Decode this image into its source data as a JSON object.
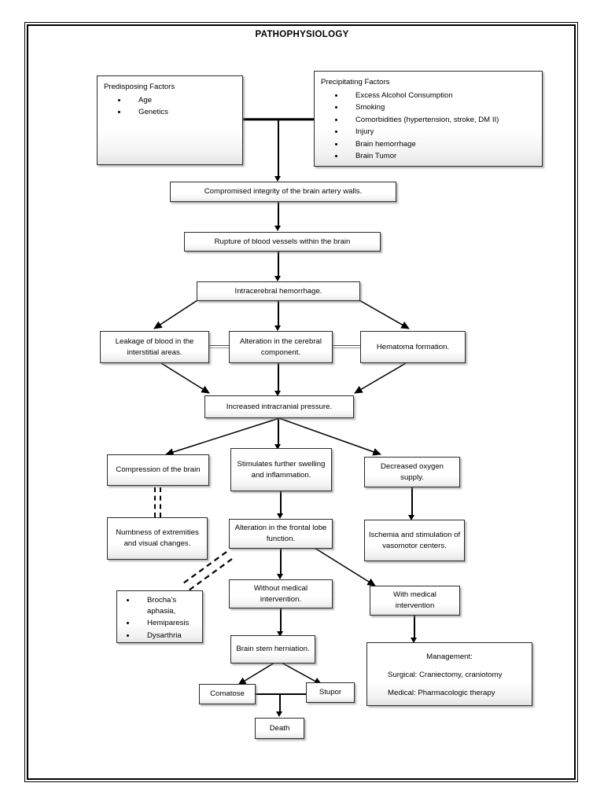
{
  "document": {
    "title": "PATHOPHYSIOLOGY"
  },
  "nodes": {
    "predisposing": {
      "title": "Predisposing Factors",
      "items": [
        "Age",
        "Genetics"
      ]
    },
    "precipitating": {
      "title": "Precipitating Factors",
      "items": [
        "Excess Alcohol Consumption",
        "Smoking",
        "Comorbidities (hypertension, stroke, DM II)",
        "Injury",
        "Brain hemorrhage",
        "Brain Tumor"
      ]
    },
    "compromised_integrity": "Compromised integrity of the brain artery walls.",
    "rupture": "Rupture of blood vessels within the brain",
    "intracerebral_hemorrhage": "Intracerebral hemorrhage.",
    "leakage": "Leakage of blood in the interstitial areas.",
    "alteration_cerebral": "Alteration in the cerebral component.",
    "hematoma": "Hematoma formation.",
    "increased_icp": "Increased intracranial pressure.",
    "compression": "Compression of the brain",
    "stimulates_swelling": "Stimulates further swelling and inflammation.",
    "decreased_oxygen": "Decreased oxygen supply.",
    "numbness": "Numbness of extremities and visual changes.",
    "alteration_frontal": "Alteration in the frontal lobe function.",
    "ischemia": "Ischemia and stimulation of vasomotor centers.",
    "symptoms": {
      "items": [
        "Brocha’s aphasia,",
        "Hemiparesis",
        "Dysarthria"
      ]
    },
    "without_intervention": "Without medical intervention.",
    "with_intervention": "With medical intervention",
    "brain_stem": "Brain stem herniation.",
    "comatose": "Comatose",
    "stupor": "Stupor",
    "death": "Death",
    "management": {
      "heading": "Management:",
      "surgical": "Surgical: Craniectomy, craniotomy",
      "medical": "Medical: Pharmacologic therapy"
    }
  },
  "style": {
    "line_color": "#000000",
    "box_border": "#2b2b2b",
    "background": "#ffffff"
  }
}
